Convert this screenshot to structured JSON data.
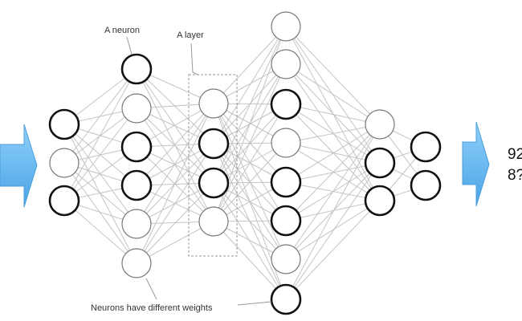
{
  "annotations": {
    "neuron": "A neuron",
    "layer": "A layer",
    "weights": "Neurons have different weights"
  },
  "outputs": [
    "92",
    "8?"
  ],
  "colors": {
    "arrow": "#5aaee8",
    "edge": "#c4c4c4",
    "node_bold": "#111111",
    "node_thin": "#777777"
  },
  "icons": {
    "input_arrow": "right-arrow-icon",
    "output_arrow": "right-arrow-icon"
  },
  "network": {
    "layers": [
      {
        "bold": [
          true,
          false,
          true
        ]
      },
      {
        "bold": [
          true,
          false,
          true,
          true,
          false,
          false
        ]
      },
      {
        "bold": [
          false,
          true,
          true,
          false
        ]
      },
      {
        "bold": [
          false,
          false,
          true,
          false,
          true,
          true,
          false,
          true
        ]
      },
      {
        "bold": [
          false,
          true,
          true
        ]
      },
      {
        "bold": [
          true,
          true
        ]
      }
    ]
  }
}
